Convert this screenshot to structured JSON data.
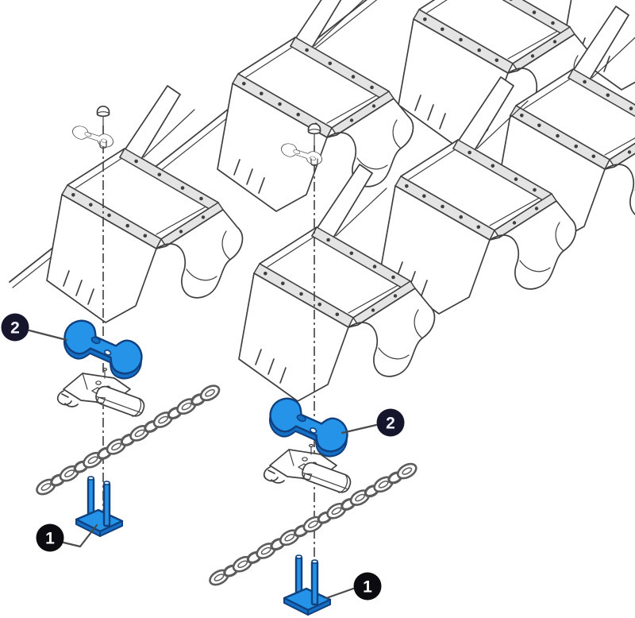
{
  "diagram": {
    "type": "exploded-parts-illustration",
    "subject": "bucket-elevator-chain-assembly",
    "colors": {
      "bg": "#ffffff",
      "line": "#3f3f3f",
      "band": "#e4e4e4",
      "chain": "#5c5c5c",
      "leader": "#4b4b4b",
      "accent": "#2493e8",
      "accent_dark": "#11407e",
      "accent_shade": "#146fc4"
    },
    "callouts": [
      {
        "id": "callout-2-left",
        "label": "2",
        "bg": "#15152c",
        "fg": "#f2f4ff"
      },
      {
        "id": "callout-1-left",
        "label": "1",
        "bg": "#0c0c10",
        "fg": "#ffffff"
      },
      {
        "id": "callout-2-right",
        "label": "2",
        "bg": "#15152c",
        "fg": "#f2f4ff"
      },
      {
        "id": "callout-1-right",
        "label": "1",
        "bg": "#0c0c10",
        "fg": "#ffffff"
      }
    ]
  }
}
